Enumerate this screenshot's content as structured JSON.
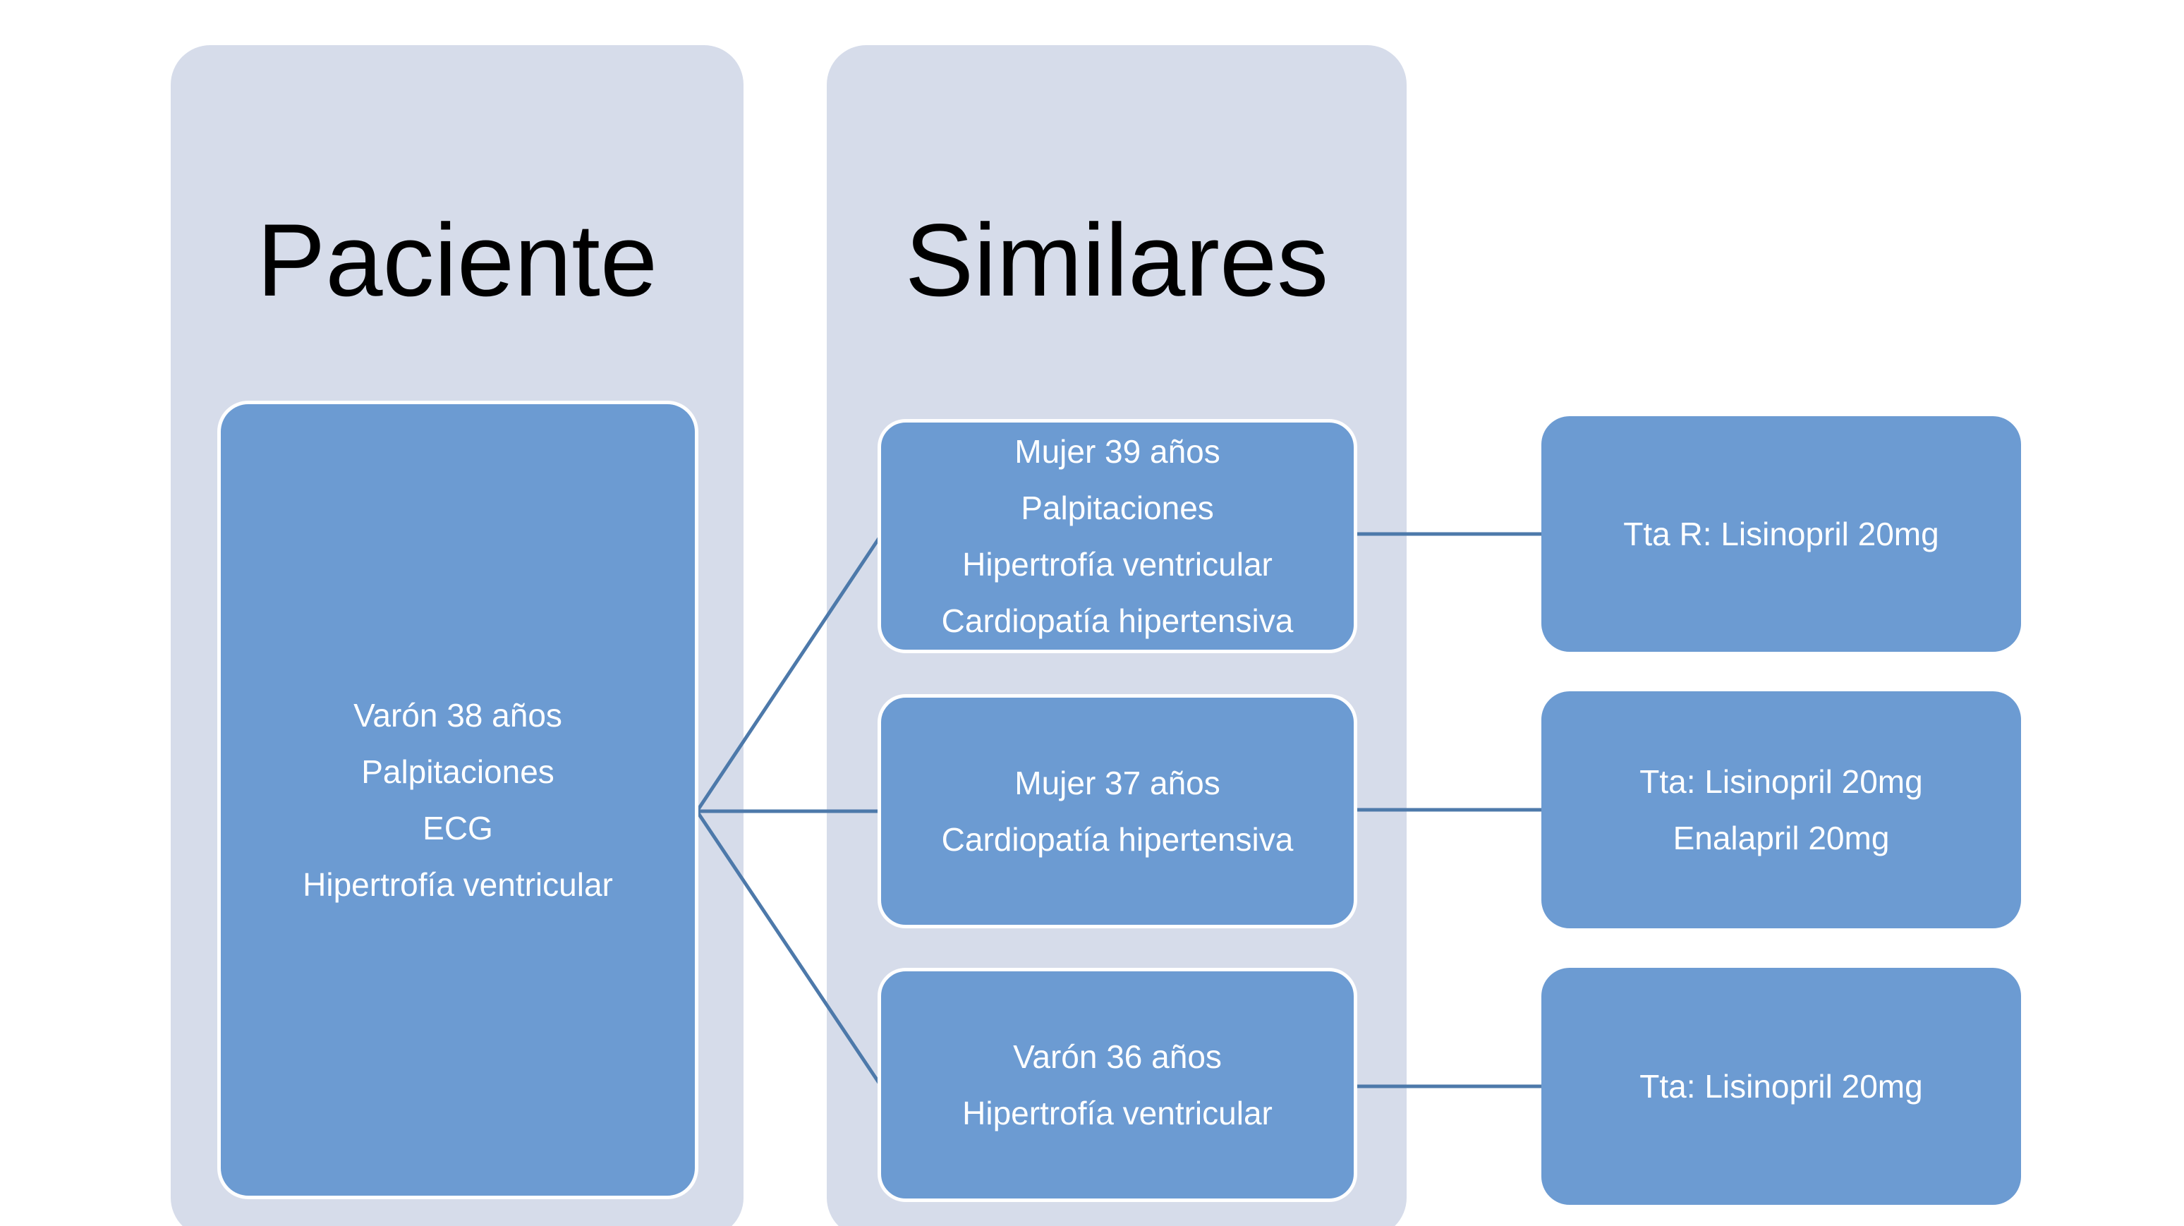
{
  "colors": {
    "background": "#FFFFFF",
    "panel_fill": "#D6DCEA",
    "card_fill": "#6C9BD2",
    "card_border": "#FFFFFF",
    "connector": "#4D79AA",
    "title_text": "#000000",
    "card_text": "#FFFFFF"
  },
  "panels": {
    "paciente": {
      "title": "Paciente",
      "card": {
        "lines": [
          "Varón 38 años",
          "Palpitaciones",
          "ECG",
          "Hipertrofía ventricular"
        ]
      }
    },
    "similares": {
      "title": "Similares",
      "cases": [
        {
          "lines": [
            "Mujer 39 años",
            "Palpitaciones",
            "Hipertrofía ventricular",
            "Cardiopatía hipertensiva"
          ]
        },
        {
          "lines": [
            "Mujer 37 años",
            "Cardiopatía hipertensiva"
          ]
        },
        {
          "lines": [
            "Varón 36 años",
            "Hipertrofía ventricular"
          ]
        }
      ]
    }
  },
  "treatments": [
    {
      "lines": [
        "Tta R: Lisinopril 20mg"
      ]
    },
    {
      "lines": [
        "Tta: Lisinopril 20mg",
        "Enalapril 20mg"
      ]
    },
    {
      "lines": [
        "Tta: Lisinopril 20mg"
      ]
    }
  ]
}
